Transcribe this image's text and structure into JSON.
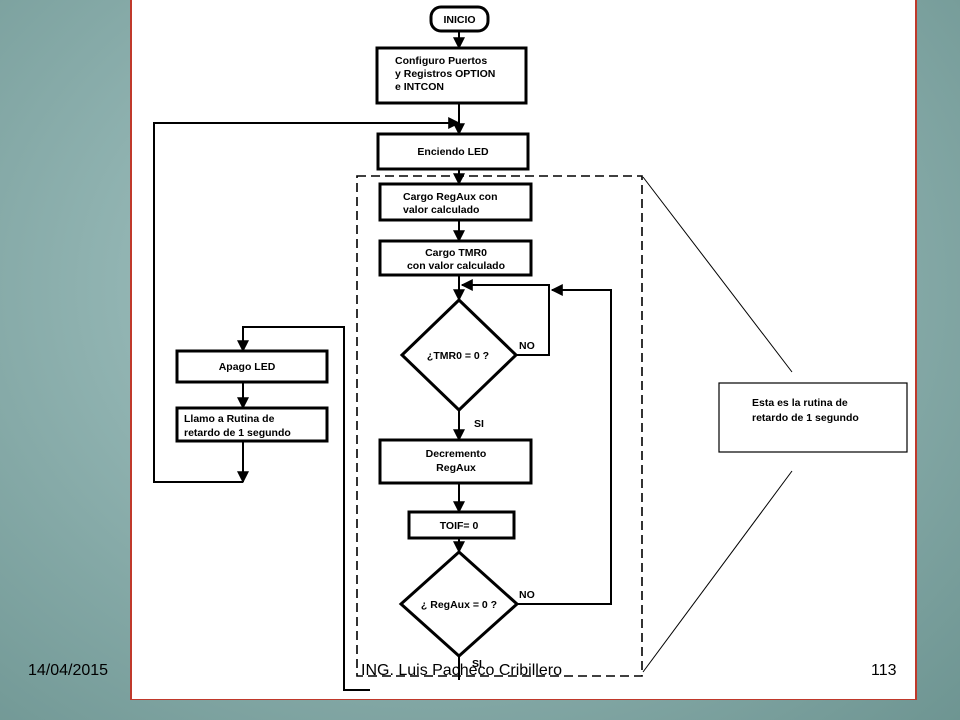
{
  "diagram": {
    "nodes": {
      "inicio": "INICIO",
      "config_l1": "Configuro Puertos",
      "config_l2": "y Registros OPTION",
      "config_l3": "e INTCON",
      "enciendo": "Enciendo LED",
      "regaux_l1": "Cargo RegAux con",
      "regaux_l2": "valor calculado",
      "tmr0_l1": "Cargo TMR0",
      "tmr0_l2": "con valor  calculado",
      "dec1": "¿TMR0 = 0 ?",
      "decr_l1": "Decremento",
      "decr_l2": "RegAux",
      "toif": "TOIF= 0",
      "dec2": "¿ RegAux = 0 ?",
      "apago": "Apago LED",
      "llamo_l1": "Llamo a Rutina de",
      "llamo_l2": "retardo de 1 segundo"
    },
    "edges": {
      "dec1_no": "NO",
      "dec1_si": "SI",
      "dec2_no": "NO",
      "dec2_si": "SI"
    },
    "callout": {
      "line1": "Esta es la rutina de",
      "line2": "retardo de 1 segundo"
    }
  },
  "footer": {
    "date": "14/04/2015",
    "author": "ING. Luis Pacheco Cribillero",
    "page": "113"
  }
}
